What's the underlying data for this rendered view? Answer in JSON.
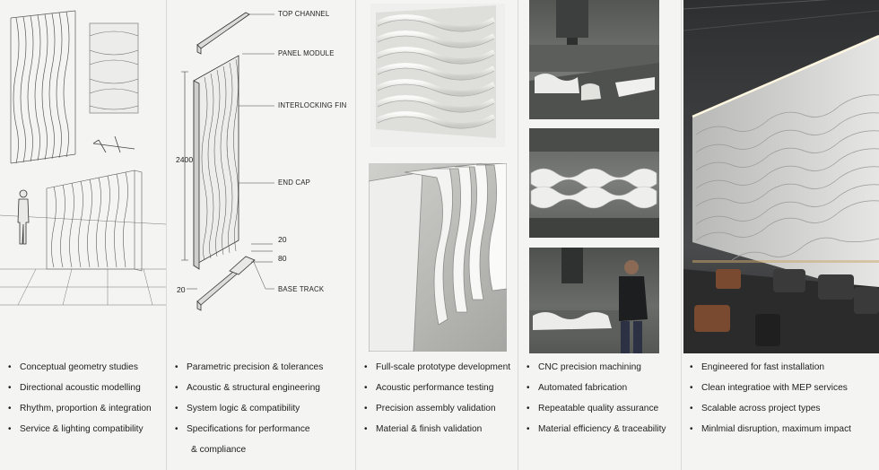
{
  "columns": [
    {
      "bullets": [
        "Conceptual geometry studies",
        "Directional acoustic modelling",
        "Rhythm, proportion & integration",
        "Service & lighting compatibility"
      ]
    },
    {
      "bullets": [
        "Parametric precision & tolerances",
        "Acoustic & structural engineering",
        "System logic & compatibility",
        "Specifications for performance",
        "& compliance"
      ],
      "labels": {
        "top_channel": "TOP CHANNEL",
        "panel_module": "PANEL MODULE",
        "interlocking_fin": "INTERLOCKING FIN",
        "end_cap": "END CAP",
        "base_track": "BASE TRACK"
      },
      "dims": {
        "height": "2400",
        "d20a": "20",
        "d80": "80",
        "d20b": "20"
      }
    },
    {
      "bullets": [
        "Full-scale prototype development",
        "Acoustic performance testing",
        "Precision assembly validation",
        "Material & finish validation"
      ]
    },
    {
      "bullets": [
        "CNC precision machining",
        "Automated fabrication",
        "Repeatable quality assurance",
        "Material efficiency & traceability"
      ]
    },
    {
      "bullets": [
        "Engineered for fast installation",
        "Clean integratioe with MEP services",
        "Scalable across project types",
        "Minlmial disruption, maximum impact"
      ]
    }
  ]
}
